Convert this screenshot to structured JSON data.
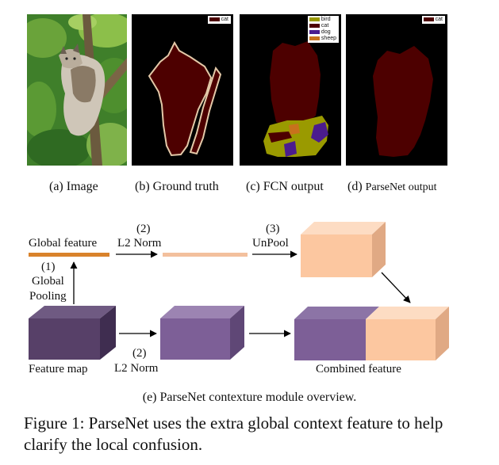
{
  "colors": {
    "cat": "#4d0000",
    "bird": "#9a9a00",
    "dog": "#4b1c8e",
    "sheep": "#c8721c",
    "orange_bar": "#d9822b",
    "peach": "#fcc7a0",
    "peach_bar": "#f3c09d",
    "purple_dark": "#574068",
    "purple_mid": "#7d5f97"
  },
  "panels": {
    "a": {
      "caption": "(a) Image"
    },
    "b": {
      "caption": "(b) Ground truth",
      "legend": [
        "cat"
      ]
    },
    "c": {
      "caption": "(c) FCN output",
      "legend": [
        "bird",
        "cat",
        "dog",
        "sheep"
      ]
    },
    "d": {
      "caption_prefix": "(d) ",
      "caption_rest": "ParseNet output",
      "legend": [
        "cat"
      ]
    }
  },
  "diagram": {
    "global_feature": "Global feature",
    "step1_num": "(1)",
    "step1_line1": "Global",
    "step1_line2": "Pooling",
    "step2_num_top": "(2)",
    "step2_top": "L2 Norm",
    "step3_num": "(3)",
    "step3": "UnPool",
    "step2_num_bottom": "(2)",
    "step2_bottom": "L2 Norm",
    "feature_map": "Feature map",
    "combined_feature": "Combined feature",
    "caption": "(e) ParseNet contexture module overview."
  },
  "figure_caption": "Figure 1: ParseNet uses the extra global context feature to help clarify the local confusion."
}
